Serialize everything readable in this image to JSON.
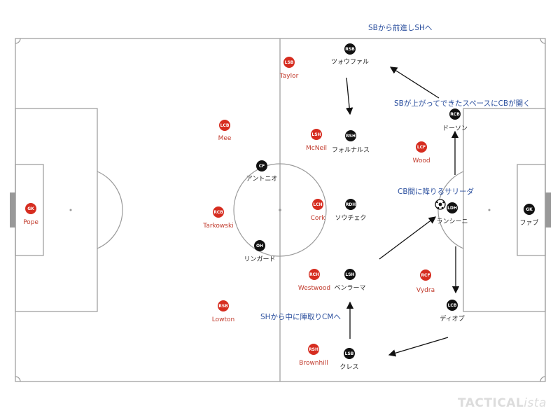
{
  "annotations": {
    "top": "SBから前進しSHへ",
    "right_space": "SBが上がってできたスペースにCBが開く",
    "cb_drop": "CB間に降りるサリーダ",
    "bottom_move": "SHから中に陣取りCMへ"
  },
  "red_team": [
    {
      "pos": "GK",
      "name": "Pope"
    },
    {
      "pos": "LCB",
      "name": "Mee"
    },
    {
      "pos": "RCB",
      "name": "Tarkowski"
    },
    {
      "pos": "RSB",
      "name": "Lowton"
    },
    {
      "pos": "LSB",
      "name": "Taylor"
    },
    {
      "pos": "LSH",
      "name": "McNeil"
    },
    {
      "pos": "LCH",
      "name": "Cork"
    },
    {
      "pos": "RCH",
      "name": "Westwood"
    },
    {
      "pos": "RSH",
      "name": "Brownhill"
    },
    {
      "pos": "LCF",
      "name": "Wood"
    },
    {
      "pos": "RCF",
      "name": "Vydra"
    }
  ],
  "black_team": [
    {
      "pos": "GK",
      "name": "ファブ"
    },
    {
      "pos": "RCB",
      "name": "ドーソン"
    },
    {
      "pos": "LDH",
      "name": "ランシーニ"
    },
    {
      "pos": "LCB",
      "name": "ディオプ"
    },
    {
      "pos": "RSB",
      "name": "ツォウファル"
    },
    {
      "pos": "RSH",
      "name": "フォルナルス"
    },
    {
      "pos": "RDH",
      "name": "ソウチェク"
    },
    {
      "pos": "LSH",
      "name": "ベンラーマ"
    },
    {
      "pos": "LSB",
      "name": "クレス"
    },
    {
      "pos": "CF",
      "name": "アントニオ"
    },
    {
      "pos": "OH",
      "name": "リンガード"
    }
  ],
  "watermark": {
    "bold": "TACTICAL",
    "italic": "ista"
  },
  "colors": {
    "red": "#d62d20",
    "black": "#111111",
    "annotation": "#2b4f9e",
    "pitch_line": "#9a9a9a"
  }
}
